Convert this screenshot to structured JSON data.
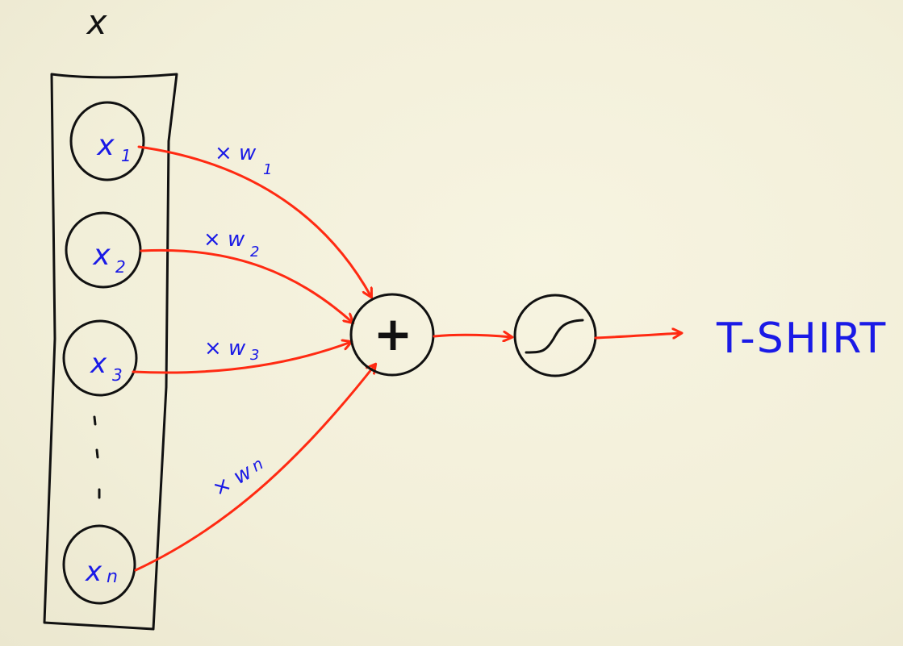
{
  "vector_label": "x",
  "inputs": [
    {
      "base": "x",
      "sub": "1"
    },
    {
      "base": "x",
      "sub": "2"
    },
    {
      "base": "x",
      "sub": "3"
    },
    {
      "base": "x",
      "sub": "n"
    }
  ],
  "weights": [
    {
      "prefix": "× w",
      "sub": "1"
    },
    {
      "prefix": "× w",
      "sub": "2"
    },
    {
      "prefix": "× w",
      "sub": "3"
    },
    {
      "prefix": "× w",
      "sub": "n"
    }
  ],
  "sum_symbol": "+",
  "output_label": "T-SHIRT",
  "colors": {
    "ink": "#111111",
    "arrows": "#ff2a12",
    "labels": "#1a1ae6",
    "background": "#f4f1dc"
  }
}
